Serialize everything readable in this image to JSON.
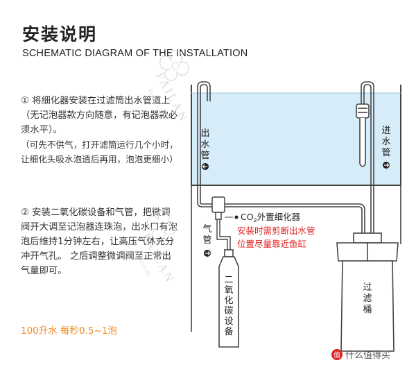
{
  "header": {
    "title_cn": "安装说明",
    "title_en": "SCHEMATIC DIAGRAM OF THE INSTALLATION"
  },
  "steps": [
    {
      "main": "① 将细化器安装在过滤筒出水管道上（无记泡器款方向随意，有记泡器款必须水平）。",
      "note": "（可先不供气，打开滤筒运行几个小时，让细化头吸水泡透后再用，泡泡更细小）"
    },
    {
      "main": "② 安装二氧化碳设备和气管，把微调阀开大调至记泡器连珠泡，出水口有泡泡后维持1分钟左右，让高压气体充分冲开气孔。 之后调整微调阀至正常出气量即可。",
      "note": ""
    }
  ],
  "rate_text": "100升水 每秒0.5~1泡",
  "diagram": {
    "outlet_label": [
      "出",
      "水",
      "管"
    ],
    "inlet_label": [
      "进",
      "水",
      "管"
    ],
    "gas_label": [
      "气",
      "管"
    ],
    "cylinder_label": [
      "二",
      "氧",
      "化",
      "碳",
      "设",
      "备"
    ],
    "filter_label": [
      "过",
      "滤",
      "桶"
    ],
    "co2_diffuser_prefix": "CO",
    "co2_diffuser_sub": "2",
    "co2_diffuser_suffix": "外置细化器",
    "warning_line1": "安装时需剪断出水管",
    "warning_line2": "位置尽量靠近鱼缸",
    "colors": {
      "water": "#d6ecf8",
      "pipe": "#444444",
      "warning": "#e02020",
      "accent": "#f08a1c"
    }
  },
  "watermark": {
    "brand": "FAILAN",
    "sub": "Health Life"
  },
  "footer": {
    "site": "值 什么值得买"
  }
}
